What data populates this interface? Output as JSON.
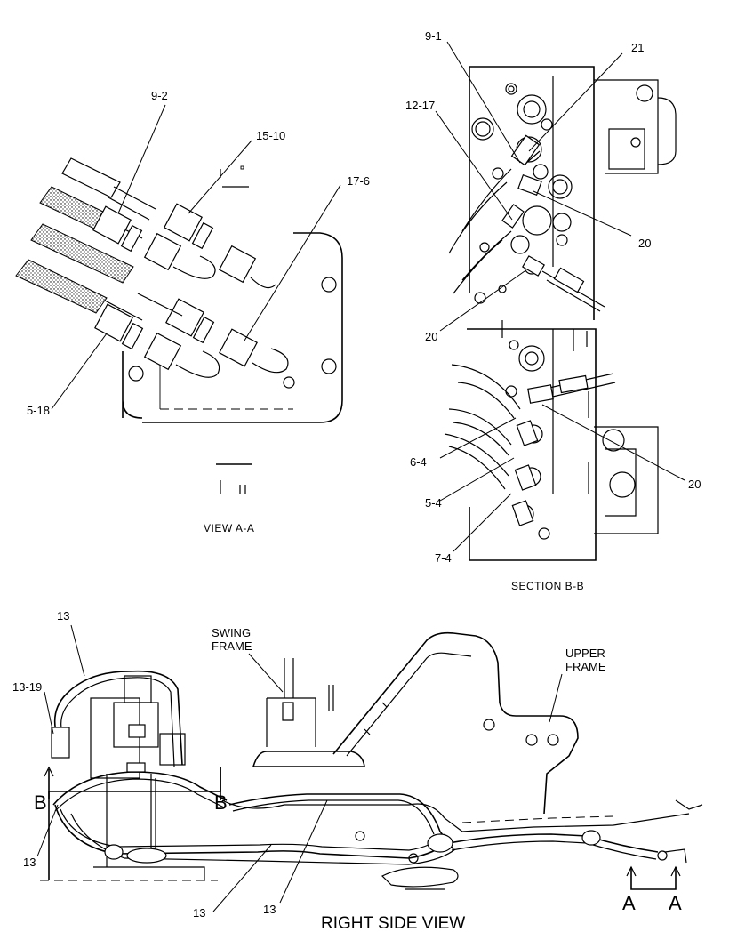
{
  "views": {
    "view_aa": {
      "title": "VIEW  A-A",
      "section_mark": "[]"
    },
    "section_bb": {
      "title": "SECTION  B-B"
    },
    "right_side": {
      "title": "RIGHT SIDE VIEW"
    }
  },
  "callouts": {
    "aa_9_2": "9-2",
    "aa_15_10": "15-10",
    "aa_17_6": "17-6",
    "aa_5_18": "5-18",
    "bb_9_1": "9-1",
    "bb_21": "21",
    "bb_12_17": "12-17",
    "bb_20_a": "20",
    "bb_20_b": "20",
    "bb_20_c": "20",
    "bb_6_4": "6-4",
    "bb_5_4": "5-4",
    "bb_7_4": "7-4",
    "rs_13_top": "13",
    "rs_13_19": "13-19",
    "rs_13_left": "13",
    "rs_13_bottom_a": "13",
    "rs_13_bottom_b": "13",
    "rs_swing_frame_1": "SWING",
    "rs_swing_frame_2": "FRAME",
    "rs_upper_frame_1": "UPPER",
    "rs_upper_frame_2": "FRAME",
    "rs_b_left": "B",
    "rs_b_right": "B",
    "rs_a_left": "A",
    "rs_a_right": "A"
  }
}
